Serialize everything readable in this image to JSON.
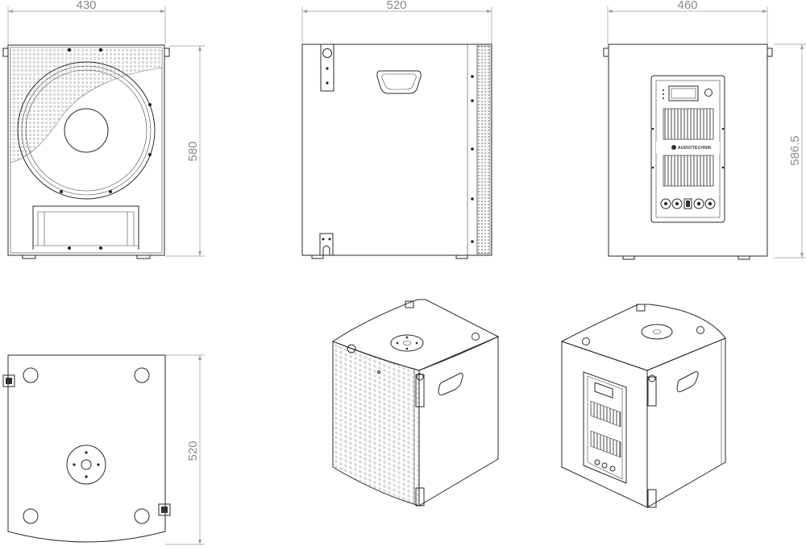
{
  "dimensions": {
    "front_width": "430",
    "side_width": "520",
    "rear_width": "460",
    "front_height": "580",
    "rear_height": "586.5",
    "bottom_depth": "520"
  },
  "brand": {
    "logo_text": "AUDIOTECHNIK"
  },
  "colors": {
    "line": "#2a2a2a",
    "dimension": "#8a8a8a",
    "background": "#ffffff"
  }
}
